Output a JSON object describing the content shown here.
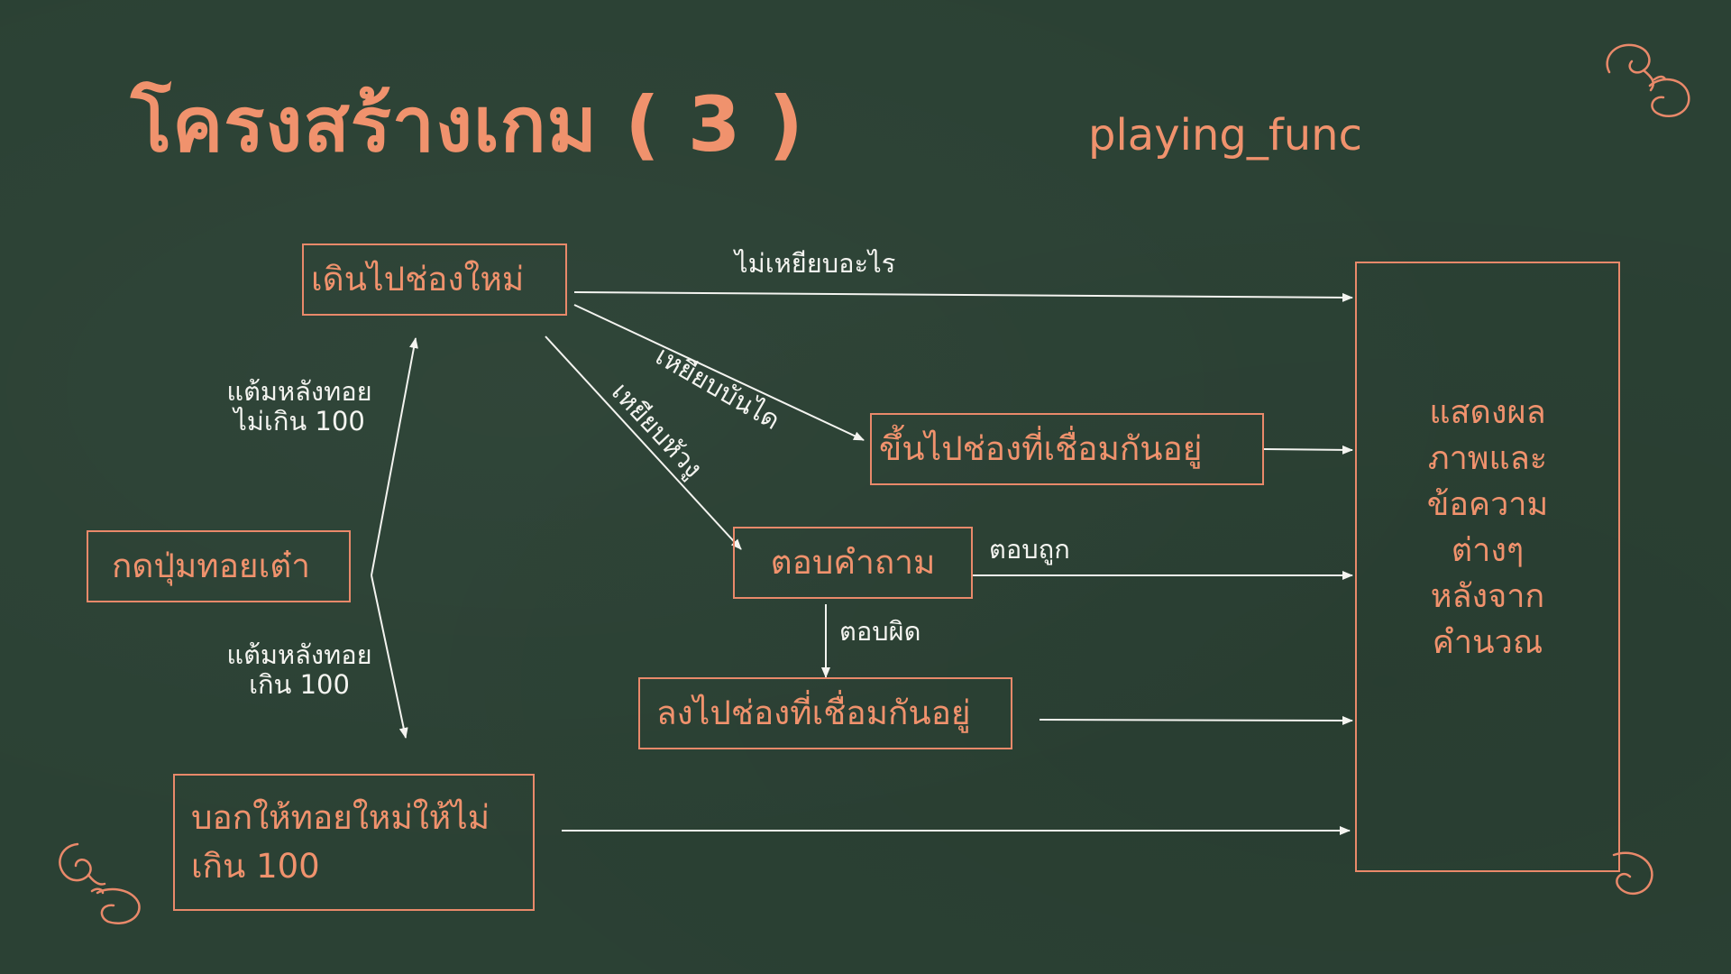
{
  "title": "โครงสร้างเกม ( 3 )",
  "subtitle": "playing_func",
  "nodes": {
    "press": "กดปุ่มทอยเต๋า",
    "walk": "เดินไปช่องใหม่",
    "tell": "บอกให้ทอยใหม่ให้ไม่เกิน 100",
    "climb": "ขึ้นไปช่องที่เชื่อมกันอยู่",
    "ask": "ตอบคำถาม",
    "down": "ลงไปช่องที่เชื่อมกันอยู่",
    "result": "แสดงผล\nภาพและ\nข้อความ\nต่างๆ\nหลังจาก\nคำนวณ"
  },
  "labels": {
    "not_over": "แต้มหลังทอย\nไม่เกิน 100",
    "over": "แต้มหลังทอย\nเกิน 100",
    "nothing": "ไม่เหยียบอะไร",
    "ladder": "เหยียบบันได",
    "snake": "เหยียบหัวงู",
    "correct": "ตอบถูก",
    "wrong": "ตอบผิด"
  },
  "colors": {
    "background": "#2b4134",
    "accent": "#f0926d",
    "line": "#f4f4f0"
  }
}
